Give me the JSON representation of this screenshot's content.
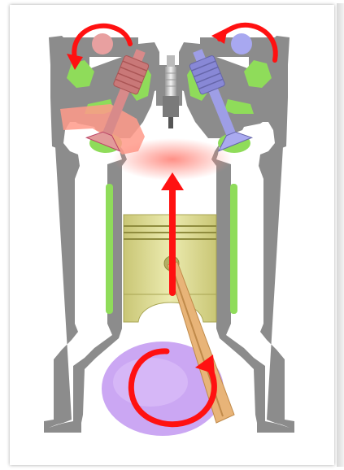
{
  "colors": {
    "block": "#8c8c8c",
    "coolant": "#8fdc5a",
    "piston": "#dedc8f",
    "piston_dark": "#bdbb62",
    "crank": "#c7a0f0",
    "rod": "#e8b478",
    "arrow": "#ff1111",
    "intake_valve": "#d88a8a",
    "exhaust_valve": "#9e9ee6",
    "exhaust_gas": "#ff9a8a",
    "spark_plug": "#d9d9d9"
  },
  "diagram": {
    "components": [
      "cylinder-block",
      "intake-valve",
      "exhaust-valve",
      "spark-plug",
      "piston",
      "connecting-rod",
      "crankshaft"
    ],
    "stroke": "exhaust",
    "piston_motion": "up",
    "crank_rotation": "counterclockwise",
    "intake_valve_open": true,
    "exhaust_valve_open": false
  }
}
